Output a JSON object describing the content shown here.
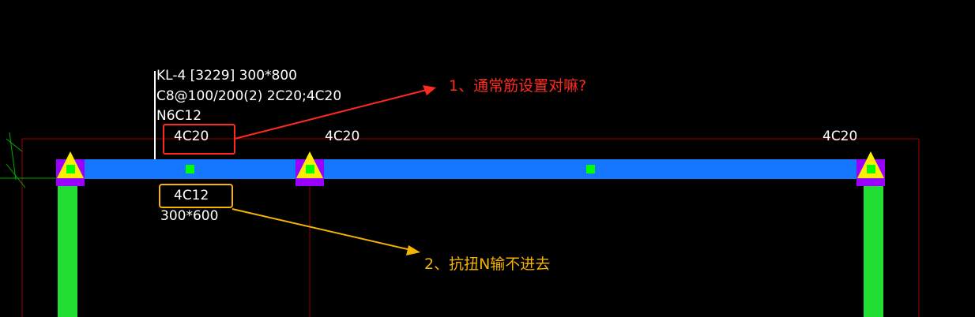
{
  "beam": {
    "name_line": "KL-4 [3229] 300*800",
    "stirrup_line": "C8@100/200(2) 2C20;4C20",
    "torsion_line": "N6C12",
    "top_rebar_left": "4C20",
    "top_rebar_mid": "4C20",
    "top_rebar_right": "4C20",
    "bottom_rebar": "4C12",
    "section_size": "300*600"
  },
  "annotations": {
    "note_1": "1、通常筋设置对嘛?",
    "note_2": "2、抗扭N输不进去"
  },
  "colors": {
    "background": "#000000",
    "beam": "#1577ff",
    "column": "#22dd33",
    "support_triangle": "#ffee00",
    "support_base": "#9900ff",
    "node_marker": "#00ff00",
    "grid_line": "#990000",
    "axis_line": "#00aa00",
    "highlight_red": "#ff2a1f",
    "highlight_orange": "#f5b400",
    "text": "#ffffff"
  }
}
